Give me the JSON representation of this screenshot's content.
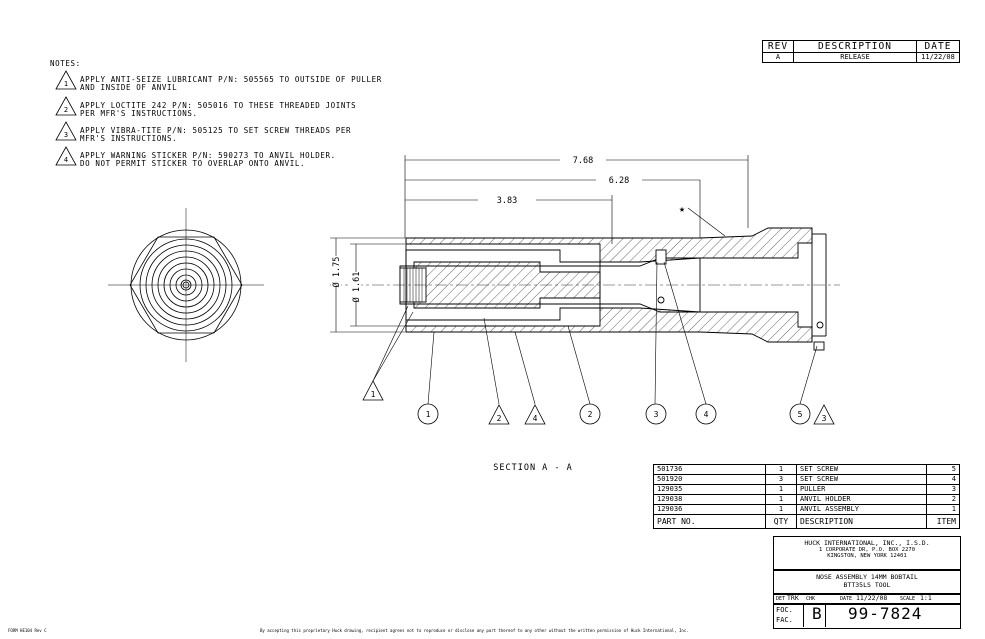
{
  "revision_block": {
    "headers": [
      "REV",
      "DESCRIPTION",
      "DATE"
    ],
    "rows": [
      [
        "A",
        "RELEASE",
        "11/22/08"
      ]
    ]
  },
  "notes": {
    "title": "NOTES:",
    "items": [
      {
        "num": "1",
        "lines": [
          "APPLY ANTI-SEIZE LUBRICANT P/N: 505565 TO OUTSIDE OF PULLER",
          "AND INSIDE OF ANVIL"
        ]
      },
      {
        "num": "2",
        "lines": [
          "APPLY LOCTITE 242 P/N: 505016 TO THESE THREADED JOINTS",
          "PER MFR'S INSTRUCTIONS."
        ]
      },
      {
        "num": "3",
        "lines": [
          "APPLY VIBRA-TITE P/N: 505125 TO SET SCREW THREADS PER",
          "MFR'S INSTRUCTIONS."
        ]
      },
      {
        "num": "4",
        "lines": [
          "APPLY WARNING STICKER P/N: 590273 TO ANVIL HOLDER.",
          "DO NOT PERMIT STICKER TO OVERLAP ONTO ANVIL."
        ]
      }
    ]
  },
  "dimensions": {
    "overall": "7.68",
    "mid": "6.28",
    "short": "3.83",
    "dia_outer": "Ø 1.75",
    "dia_inner": "Ø 1.61"
  },
  "section_label": "SECTION A - A",
  "balloons": [
    "1",
    "2",
    "4",
    "2",
    "3",
    "4",
    "5",
    "3"
  ],
  "balloon_note_triangle": "1",
  "star_symbol": "★",
  "bom": {
    "rows": [
      {
        "part": "501736",
        "qty": "1",
        "desc": "SET SCREW",
        "item": "5"
      },
      {
        "part": "501920",
        "qty": "3",
        "desc": "SET SCREW",
        "item": "4"
      },
      {
        "part": "129035",
        "qty": "1",
        "desc": "PULLER",
        "item": "3"
      },
      {
        "part": "129038",
        "qty": "1",
        "desc": "ANVIL HOLDER",
        "item": "2"
      },
      {
        "part": "129036",
        "qty": "1",
        "desc": "ANVIL ASSEMBLY",
        "item": "1"
      }
    ],
    "headers": {
      "part": "PART NO.",
      "qty": "QTY",
      "desc": "DESCRIPTION",
      "item": "ITEM"
    }
  },
  "title_block": {
    "company": "HUCK INTERNATIONAL, INC., I.S.D.",
    "address1": "1 CORPORATE DR, P.O. BOX 2270",
    "address2": "KINGSTON, NEW YORK 12401",
    "title1": "NOSE ASSEMBLY 14MM BOBTAIL",
    "title2": "BTT35LS TOOL",
    "det_label": "DET",
    "det_value": "TRK",
    "chk_label": "CHK",
    "date_label": "DATE",
    "date_value": "11/22/08",
    "scale_label": "SCALE",
    "scale_value": "1:1",
    "foc_label": "FOC.",
    "fac_label": "FAC.",
    "size": "B",
    "drawing_number": "99-7824"
  },
  "footer": {
    "form": "FORM HE104  Rev C",
    "disclaimer": "By accepting this proprietary Huck drawing, recipient agrees not to reproduce or disclose any part thereof to any other without the written permission of Huck International, Inc."
  }
}
